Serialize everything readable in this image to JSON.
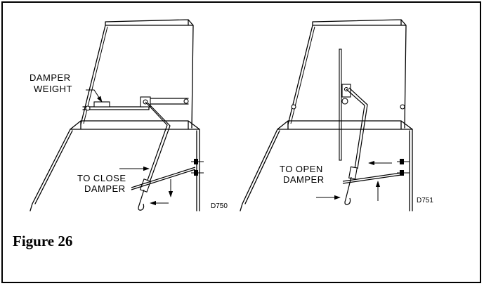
{
  "figure": {
    "caption": "Figure 26"
  },
  "left_view": {
    "weight_label_line1": "DAMPER",
    "weight_label_line2": "WEIGHT",
    "action_line1": "TO CLOSE",
    "action_line2": "DAMPER",
    "code": "D750"
  },
  "right_view": {
    "action_line1": "TO OPEN",
    "action_line2": "DAMPER",
    "code": "D751"
  }
}
